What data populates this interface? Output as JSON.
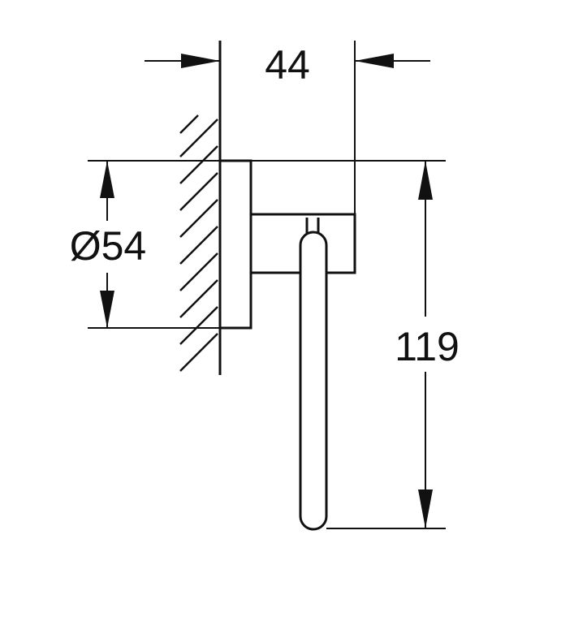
{
  "dimensions": {
    "depth": "44",
    "diameter": "Ø54",
    "height": "119"
  },
  "colors": {
    "line": "#111111",
    "background": "#ffffff"
  }
}
